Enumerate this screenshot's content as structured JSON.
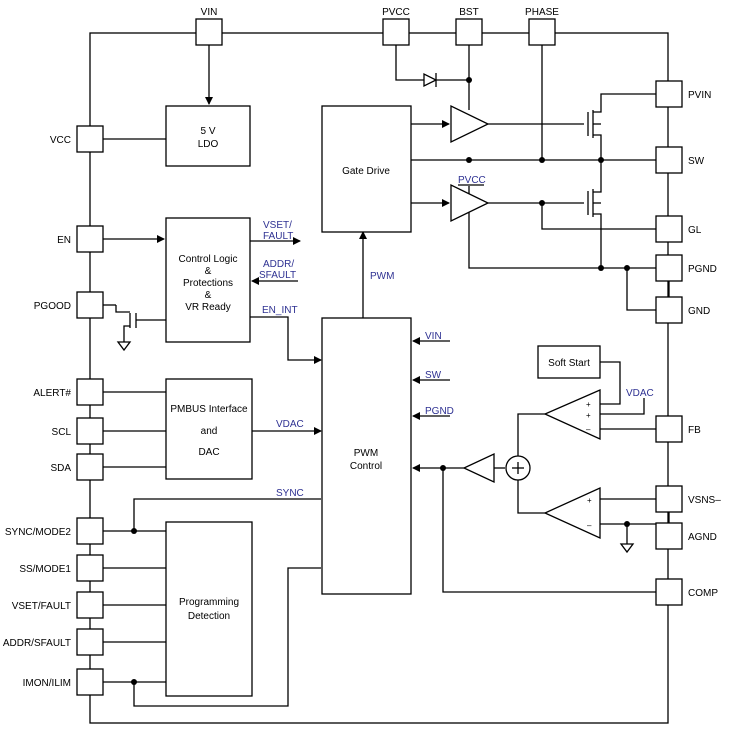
{
  "colors": {
    "line": "#000000",
    "signal_label": "#2e3192"
  },
  "pins": {
    "vin": "VIN",
    "pvcc": "PVCC",
    "bst": "BST",
    "phase": "PHASE",
    "vcc": "VCC",
    "en": "EN",
    "pgood": "PGOOD",
    "alert": "ALERT#",
    "scl": "SCL",
    "sda": "SDA",
    "sync_mode2": "SYNC/MODE2",
    "ss_mode1": "SS/MODE1",
    "vset_fault": "VSET/FAULT",
    "addr_sfault": "ADDR/SFAULT",
    "imon_ilim": "IMON/ILIM",
    "pvin": "PVIN",
    "sw": "SW",
    "gl": "GL",
    "pgnd": "PGND",
    "gnd": "GND",
    "fb": "FB",
    "vsns": "VSNS–",
    "agnd": "AGND",
    "comp": "COMP"
  },
  "blocks": {
    "ldo_l1": "5 V",
    "ldo_l2": "LDO",
    "gate_drive": "Gate Drive",
    "ctrl_l1": "Control Logic",
    "ctrl_l2": "&",
    "ctrl_l3": "Protections",
    "ctrl_l4": "&",
    "ctrl_l5": "VR Ready",
    "pmbus_l1": "PMBUS Interface",
    "pmbus_l2": "and",
    "pmbus_l3": "DAC",
    "pwm_l1": "PWM",
    "pwm_l2": "Control",
    "prog_l1": "Programming",
    "prog_l2": "Detection",
    "soft_start": "Soft Start"
  },
  "signals": {
    "vset_fault_l1": "VSET/",
    "vset_fault_l2": "FAULT",
    "addr_sfault_l1": "ADDR/",
    "addr_sfault_l2": "SFAULT",
    "en_int": "EN_INT",
    "pwm": "PWM",
    "pvcc": "PVCC",
    "vin": "VIN",
    "sw": "SW",
    "pgnd": "PGND",
    "vdac": "VDAC",
    "vdac2": "VDAC",
    "sync": "SYNC"
  },
  "amp_signs": {
    "plus": "+",
    "minus": "–"
  }
}
